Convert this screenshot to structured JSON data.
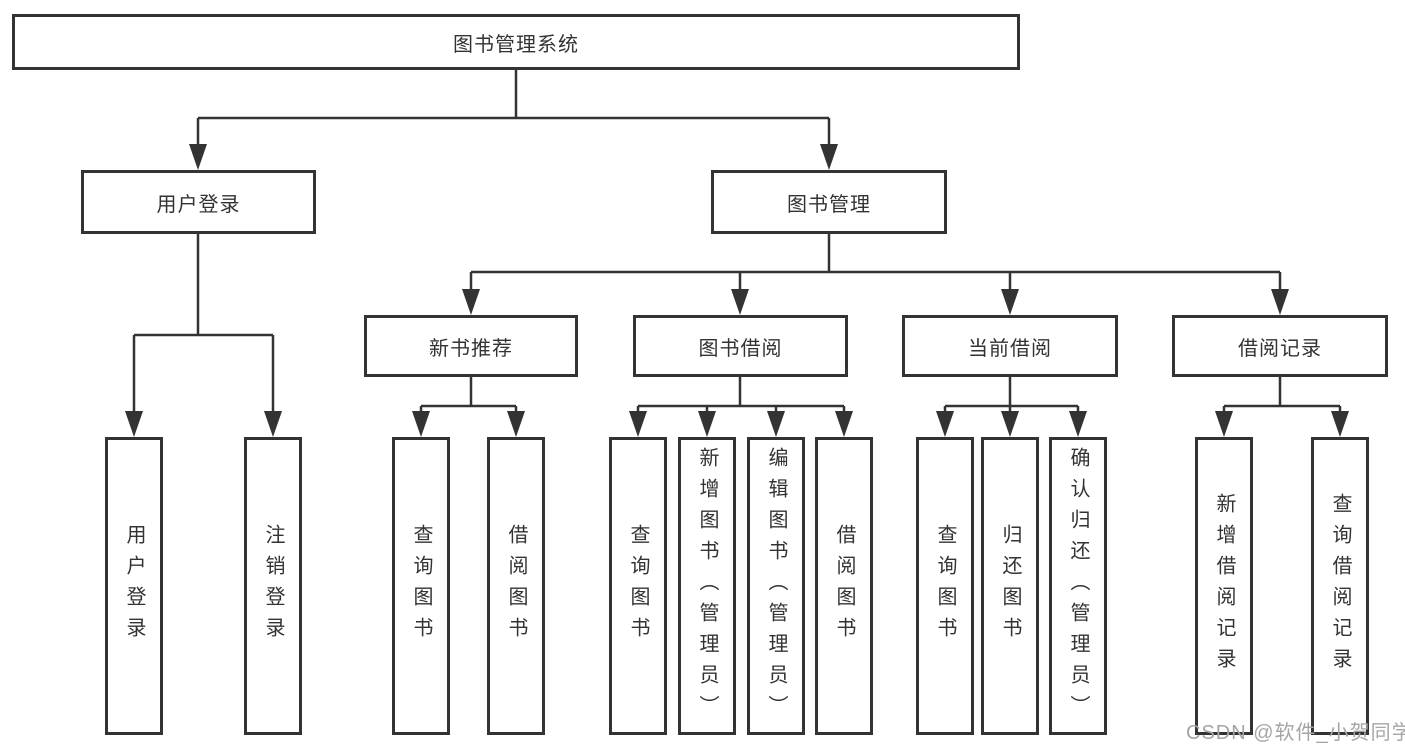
{
  "tree": {
    "root": {
      "label": "图书管理系统",
      "children": [
        {
          "label": "用户登录",
          "children": [
            {
              "label": "用户登录"
            },
            {
              "label": "注销登录"
            }
          ]
        },
        {
          "label": "图书管理",
          "children": [
            {
              "label": "新书推荐",
              "children": [
                {
                  "label": "查询图书"
                },
                {
                  "label": "借阅图书"
                }
              ]
            },
            {
              "label": "图书借阅",
              "children": [
                {
                  "label": "查询图书"
                },
                {
                  "label": "新增图书（管理员）"
                },
                {
                  "label": "编辑图书（管理员）"
                },
                {
                  "label": "借阅图书"
                }
              ]
            },
            {
              "label": "当前借阅",
              "children": [
                {
                  "label": "查询图书"
                },
                {
                  "label": "归还图书"
                },
                {
                  "label": "确认归还（管理员）"
                }
              ]
            },
            {
              "label": "借阅记录",
              "children": [
                {
                  "label": "新增借阅记录"
                },
                {
                  "label": "查询借阅记录"
                }
              ]
            }
          ]
        }
      ]
    }
  },
  "watermark": {
    "text": "CSDN @软件_小贺同学"
  },
  "colors": {
    "line": "#333333",
    "box_border": "#333333",
    "box_background": "#ffffff",
    "text": "#333333",
    "watermark": "#a5a5a5"
  }
}
